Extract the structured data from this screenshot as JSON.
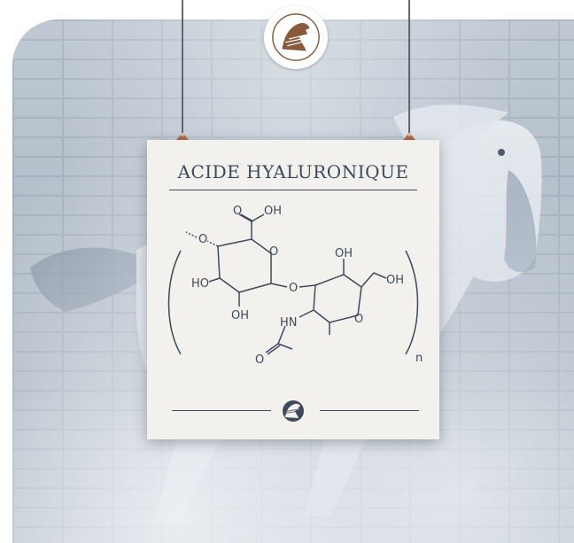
{
  "poster": {
    "title": "ACIDE HYALURONIQUE"
  },
  "molecule": {
    "labels": {
      "o_carboxyl": "O",
      "oh_carboxyl": "OH",
      "o_left_chain": "O",
      "ring_o_1": "O",
      "ho_left": "HO",
      "oh_bottom_1": "OH",
      "o_glycosidic": "O",
      "oh_top_2": "OH",
      "oh_ch2": "OH",
      "hn": "HN",
      "ring_o_2": "O",
      "o_amide": "O",
      "repeat_n": "n"
    }
  },
  "colors": {
    "ink": "#3d4a5b",
    "poster_bg": "#f3f1ee",
    "badge_brown": "#8a5a3c",
    "wire": "#6b6664"
  },
  "icons": {
    "top_badge": "horse-head-emblem-icon",
    "footer_badge": "horse-head-emblem-icon",
    "clip": "hanging-clip-icon"
  }
}
